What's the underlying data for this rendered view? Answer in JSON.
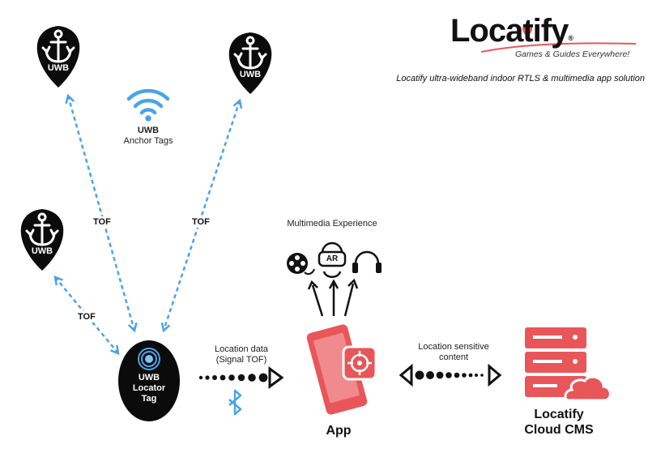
{
  "brand": {
    "name": "Locatify",
    "registered": "®",
    "tagline": "Games & Guides Everywhere!",
    "subtitle": "Locatify ultra-wideband indoor RTLS & multimedia app solution"
  },
  "anchors": {
    "pin_label": "UWB",
    "legend_line1": "UWB",
    "legend_line2": "Anchor Tags"
  },
  "tof_label": "TOF",
  "locator": {
    "line1": "UWB",
    "line2": "Locator",
    "line3": "Tag"
  },
  "location_data": {
    "line1": "Location data",
    "line2": "(Signal TOF)"
  },
  "multimedia": {
    "title": "Multimedia Experience",
    "ar_label": "AR"
  },
  "app": {
    "label": "App"
  },
  "content": {
    "line1": "Location sensitive",
    "line2": "content"
  },
  "cms": {
    "line1": "Locatify",
    "line2": "Cloud CMS"
  },
  "colors": {
    "arrow_blue": "#4aa3e8",
    "brand_red": "#e8565a",
    "pin_black": "#0b0b0b"
  }
}
